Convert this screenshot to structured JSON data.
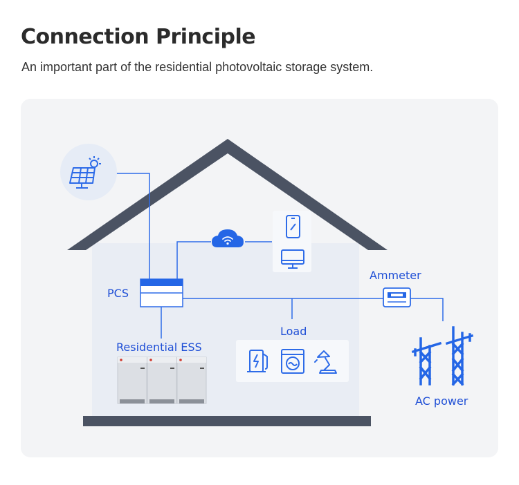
{
  "header": {
    "title": "Connection Principle",
    "subtitle": "An important part of the residential photovoltaic storage system."
  },
  "diagram": {
    "labels": {
      "pcs": "PCS",
      "residential_ess": "Residential ESS",
      "load": "Load",
      "ammeter": "Ammeter",
      "ac_power": "AC power"
    },
    "icons": [
      "solar-panel-icon",
      "cloud-wifi-icon",
      "phone-icon",
      "monitor-icon",
      "pcs-inverter-icon",
      "battery-icon",
      "ev-charger-icon",
      "washing-machine-icon",
      "desk-lamp-icon",
      "ammeter-icon",
      "power-tower-icon"
    ],
    "colors": {
      "accent": "#1f5fe0",
      "roof": "#4b5363",
      "house_fill": "#e9edf4",
      "panel_bg": "#f3f4f6"
    }
  }
}
